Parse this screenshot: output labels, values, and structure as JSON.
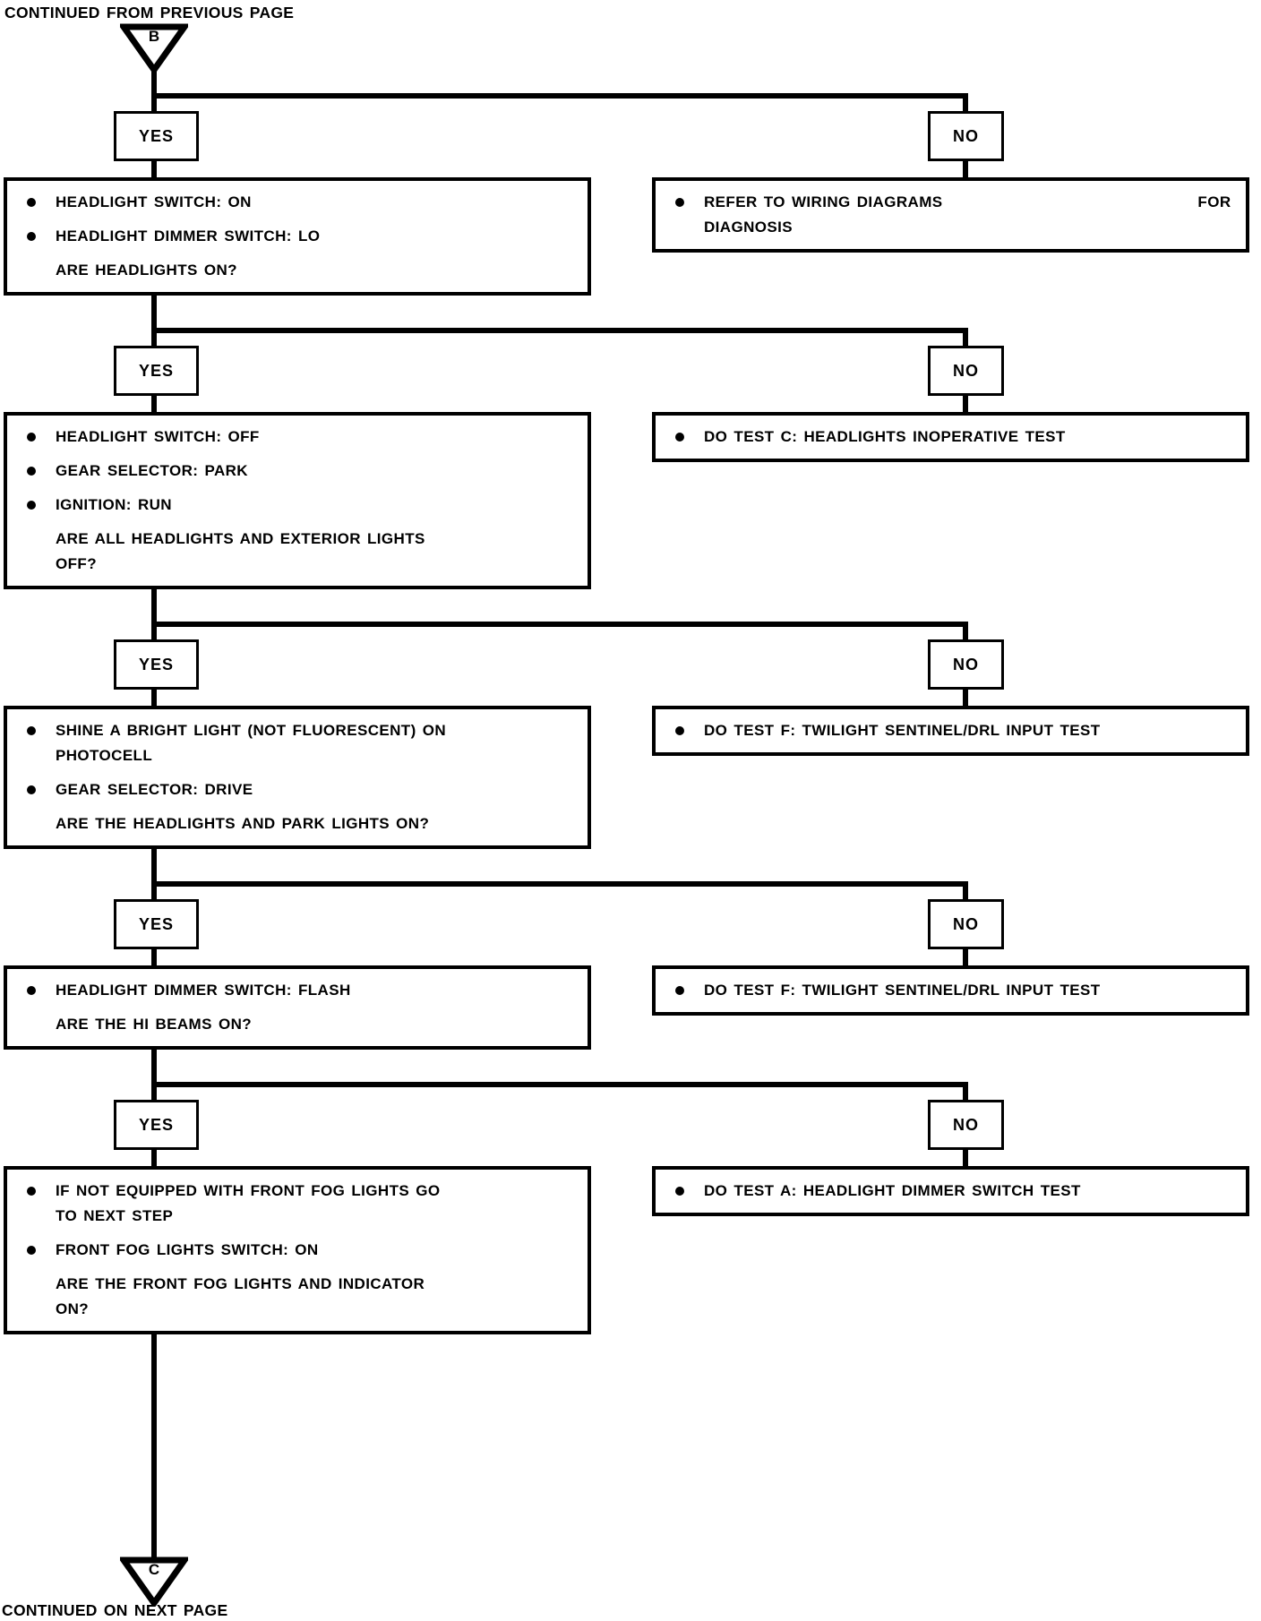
{
  "page": {
    "header_note": "CONTINUED FROM PREVIOUS PAGE",
    "footer_note": "CONTINUED ON NEXT PAGE",
    "entry_connector": "B",
    "exit_connector": "C",
    "colors": {
      "ink": "#000000",
      "paper": "#ffffff"
    }
  },
  "labels": {
    "yes": "YES",
    "no": "NO"
  },
  "rows": [
    {
      "left": {
        "bullets": [
          "HEADLIGHT SWITCH: ON",
          "HEADLIGHT DIMMER SWITCH: LO"
        ],
        "question": "ARE HEADLIGHTS ON?"
      },
      "right": {
        "action": "REFER TO WIRING DIAGRAMS                                        FOR\nDIAGNOSIS"
      }
    },
    {
      "left": {
        "bullets": [
          "HEADLIGHT SWITCH: OFF",
          "GEAR SELECTOR: PARK",
          "IGNITION: RUN"
        ],
        "question": "ARE ALL HEADLIGHTS AND EXTERIOR LIGHTS\nOFF?"
      },
      "right": {
        "action": "DO TEST C: HEADLIGHTS INOPERATIVE TEST"
      }
    },
    {
      "left": {
        "bullets": [
          "SHINE A BRIGHT LIGHT (NOT FLUORESCENT) ON\nPHOTOCELL",
          "GEAR SELECTOR: DRIVE"
        ],
        "question": "ARE THE HEADLIGHTS AND PARK LIGHTS ON?"
      },
      "right": {
        "action": "DO TEST F: TWILIGHT SENTINEL/DRL INPUT TEST"
      }
    },
    {
      "left": {
        "bullets": [
          "HEADLIGHT DIMMER SWITCH: FLASH"
        ],
        "question": "ARE THE HI BEAMS ON?"
      },
      "right": {
        "action": "DO TEST F: TWILIGHT SENTINEL/DRL INPUT TEST"
      }
    },
    {
      "left": {
        "bullets": [
          "IF NOT EQUIPPED WITH FRONT FOG LIGHTS GO\nTO NEXT STEP",
          "FRONT FOG LIGHTS SWITCH: ON"
        ],
        "question": "ARE THE FRONT FOG LIGHTS AND INDICATOR\nON?"
      },
      "right": {
        "action": "DO TEST A: HEADLIGHT DIMMER SWITCH TEST"
      }
    }
  ]
}
